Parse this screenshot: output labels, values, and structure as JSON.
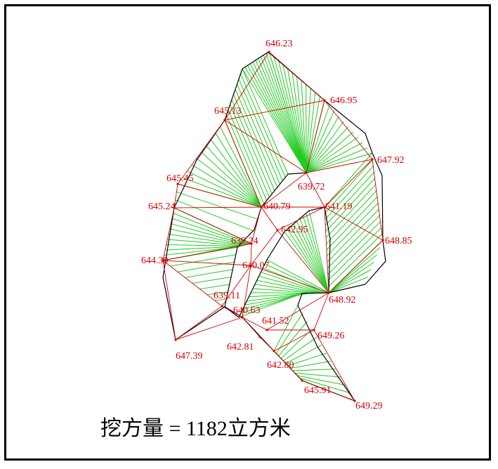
{
  "elevation_points": [
    {
      "id": "p1",
      "label": "646.23"
    },
    {
      "id": "p2",
      "label": "646.95"
    },
    {
      "id": "p3",
      "label": "645.13"
    },
    {
      "id": "p4",
      "label": "647.92"
    },
    {
      "id": "p5",
      "label": "645.45"
    },
    {
      "id": "p6",
      "label": "639.72"
    },
    {
      "id": "p7",
      "label": "645.24"
    },
    {
      "id": "p8",
      "label": "640.79"
    },
    {
      "id": "p9",
      "label": "641.19"
    },
    {
      "id": "p10",
      "label": "642.95"
    },
    {
      "id": "p11",
      "label": "639.24"
    },
    {
      "id": "p12",
      "label": "648.85"
    },
    {
      "id": "p13",
      "label": "644.39"
    },
    {
      "id": "p14",
      "label": "640.07"
    },
    {
      "id": "p15",
      "label": "639.11"
    },
    {
      "id": "p16",
      "label": "648.92"
    },
    {
      "id": "p17",
      "label": "640.63"
    },
    {
      "id": "p18",
      "label": "641.52"
    },
    {
      "id": "p19",
      "label": "649.26"
    },
    {
      "id": "p20",
      "label": "642.81"
    },
    {
      "id": "p21",
      "label": "647.39"
    },
    {
      "id": "p22",
      "label": "642.80"
    },
    {
      "id": "p23",
      "label": "645.91"
    },
    {
      "id": "p24",
      "label": "649.29"
    }
  ],
  "caption": "挖方量 = 1182立方米",
  "colors": {
    "triangulation": "#d40000",
    "hatch": "#22cc22",
    "boundary": "#000000",
    "labels": "#d40000"
  }
}
